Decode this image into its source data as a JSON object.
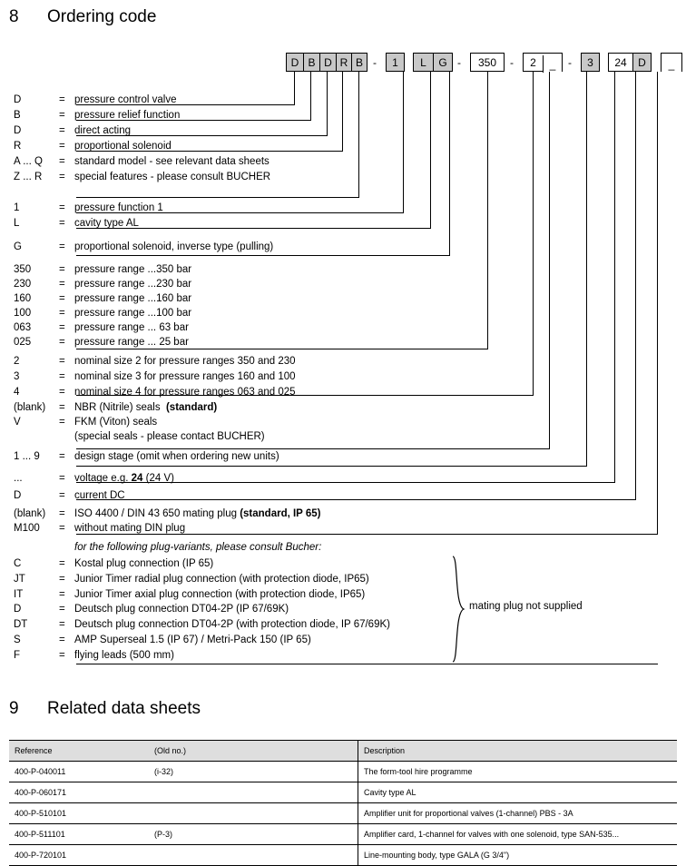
{
  "sections": {
    "ordering": {
      "number": "8",
      "title": "Ordering code"
    },
    "related": {
      "number": "9",
      "title": "Related data sheets"
    }
  },
  "ordering_code": {
    "groups": [
      {
        "name": "model-code",
        "shade": "grey",
        "cells": [
          "D",
          "B",
          "D",
          "R",
          "B"
        ]
      },
      {
        "name": "separator-1",
        "shade": "dash",
        "cells": [
          "-"
        ]
      },
      {
        "name": "pressure-function",
        "shade": "grey",
        "cells": [
          "1"
        ]
      },
      {
        "name": "cavity-solenoid",
        "shade": "grey",
        "cells": [
          "L",
          "G"
        ]
      },
      {
        "name": "separator-2",
        "shade": "dash",
        "cells": [
          "-"
        ]
      },
      {
        "name": "pressure-range",
        "shade": "white",
        "cells": [
          "350"
        ]
      },
      {
        "name": "separator-3",
        "shade": "dash",
        "cells": [
          "-"
        ]
      },
      {
        "name": "nominal-size-seals",
        "shade": "white",
        "cells": [
          "2",
          "_"
        ]
      },
      {
        "name": "separator-4",
        "shade": "dash",
        "cells": [
          "-"
        ]
      },
      {
        "name": "design-stage",
        "shade": "grey",
        "cells": [
          "3"
        ]
      },
      {
        "name": "voltage-current",
        "shade": "mixed",
        "cells": [
          "24",
          "D"
        ]
      },
      {
        "name": "plug-variant",
        "shade": "white",
        "cells": [
          "_"
        ]
      }
    ]
  },
  "legend": [
    {
      "key": "D",
      "text": "pressure control valve"
    },
    {
      "key": "B",
      "text": "pressure relief function"
    },
    {
      "key": "D",
      "text": "direct acting"
    },
    {
      "key": "R",
      "text": "proportional solenoid"
    },
    {
      "key": "A ... Q",
      "text": "standard model - see relevant data sheets"
    },
    {
      "key": "Z ... R",
      "text": "special features - please consult BUCHER"
    },
    {
      "key": "1",
      "text": "pressure function 1"
    },
    {
      "key": "L",
      "text": "cavity type AL"
    },
    {
      "key": "G",
      "text": "proportional solenoid, inverse type (pulling)"
    },
    {
      "key": "350",
      "text": "pressure range ...350 bar"
    },
    {
      "key": "230",
      "text": "pressure range ...230 bar"
    },
    {
      "key": "160",
      "text": "pressure range ...160 bar"
    },
    {
      "key": "100",
      "text": "pressure range ...100 bar"
    },
    {
      "key": "063",
      "text": "pressure range ...  63 bar"
    },
    {
      "key": "025",
      "text": "pressure range ...  25 bar"
    },
    {
      "key": "2",
      "text": "nominal size 2 for pressure ranges 350 and 230"
    },
    {
      "key": "3",
      "text": "nominal size 3 for pressure ranges 160 and 100"
    },
    {
      "key": "4",
      "text": "nominal size 4 for pressure ranges 063 and 025"
    },
    {
      "key": "(blank)",
      "text": "NBR (Nitrile) seals  (standard)"
    },
    {
      "key": "V",
      "text": "FKM (Viton) seals"
    },
    {
      "key": "",
      "text": "(special seals - please contact BUCHER)"
    },
    {
      "key": "1 ... 9",
      "text": "design stage (omit when ordering new units)"
    },
    {
      "key": "...",
      "text": "voltage e.g. 24 (24 V)"
    },
    {
      "key": "D",
      "text": "current  DC"
    },
    {
      "key": "(blank)",
      "text": "ISO 4400 / DIN 43 650 mating plug (standard, IP 65)"
    },
    {
      "key": "M100",
      "text": "without mating DIN plug"
    },
    {
      "key": "",
      "text": "for the following plug-variants, please consult Bucher:"
    },
    {
      "key": "C",
      "text": "Kostal plug connection (IP 65)"
    },
    {
      "key": "JT",
      "text": "Junior Timer radial plug connection (with protection diode, IP65)"
    },
    {
      "key": "IT",
      "text": "Junior Timer axial plug connection (with protection diode, IP65)"
    },
    {
      "key": "D",
      "text": "Deutsch plug connection DT04-2P (IP 67/69K)"
    },
    {
      "key": "DT",
      "text": "Deutsch plug connection DT04-2P (with protection diode, IP 67/69K)"
    },
    {
      "key": "S",
      "text": "AMP Superseal 1.5 (IP 67) / Metri-Pack 150 (IP 65)"
    },
    {
      "key": "F",
      "text": "flying leads (500 mm)"
    }
  ],
  "brace_label": "mating plug not supplied",
  "bold_fragments": {
    "nbr_standard": "(standard)",
    "voltage_24": "24",
    "iso_standard": "(standard, IP 65)"
  },
  "data_sheets": {
    "columns": [
      "Reference",
      "(Old no.)",
      "Description"
    ],
    "rows": [
      {
        "reference": "400-P-040011",
        "old_no": "(i-32)",
        "description": "The form-tool hire programme"
      },
      {
        "reference": "400-P-060171",
        "old_no": "",
        "description": "Cavity type AL"
      },
      {
        "reference": "400-P-510101",
        "old_no": "",
        "description": "Amplifier unit for proportional valves (1-channel) PBS - 3A"
      },
      {
        "reference": "400-P-511101",
        "old_no": "(P-3)",
        "description": "Amplifier card, 1-channel for valves with one solenoid, type SAN-535..."
      },
      {
        "reference": "400-P-720101",
        "old_no": "",
        "description": "Line-mounting body, type GALA (G 3/4\")"
      }
    ]
  },
  "colors": {
    "box_grey": "#c8c8c8",
    "table_header_grey": "#dedede",
    "line": "#000000"
  }
}
